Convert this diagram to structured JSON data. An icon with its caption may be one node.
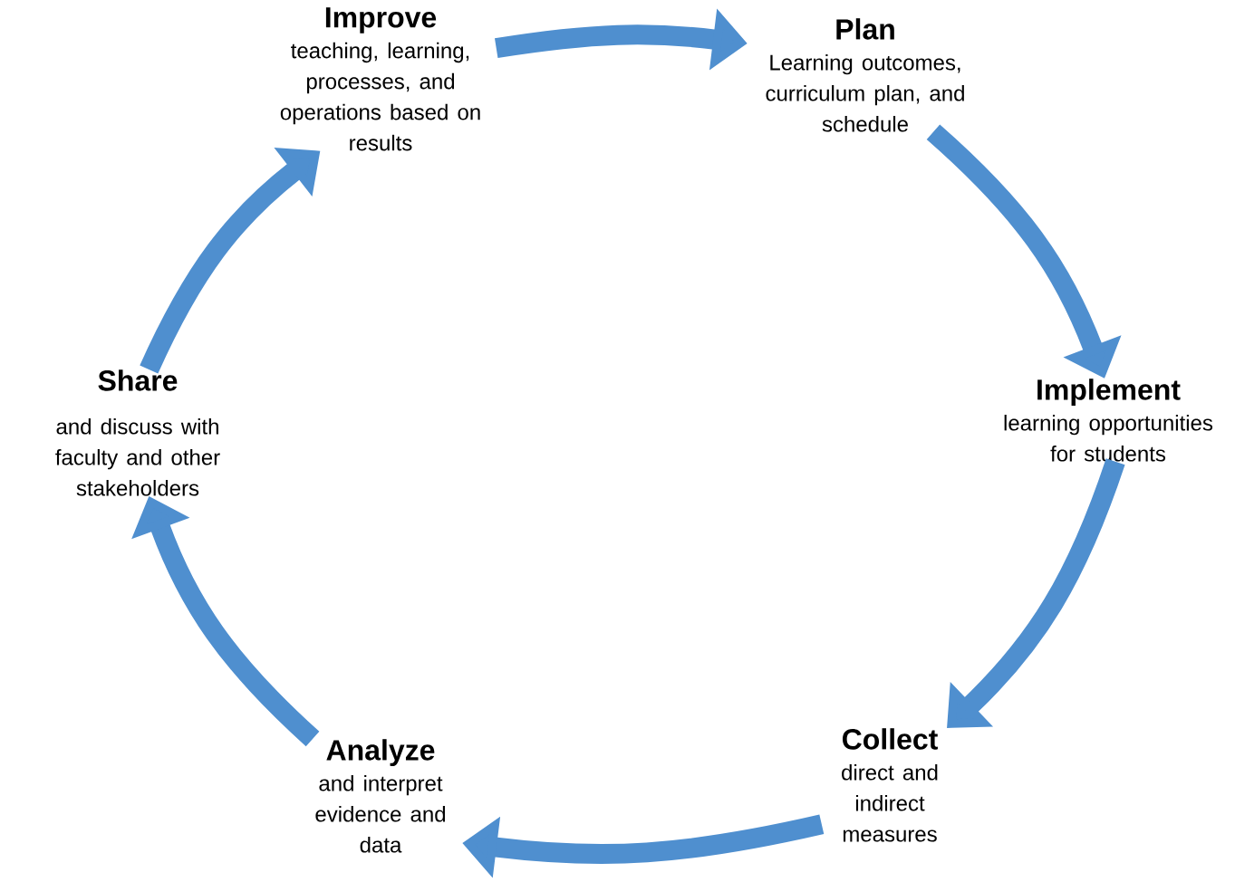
{
  "diagram": {
    "nodes": [
      {
        "text": [
          "Improve",
          "teaching, learning, processes, and operations based on results"
        ]
      },
      {
        "text": [
          "Plan",
          "Learning outcomes, curriculum plan, and schedule"
        ]
      },
      {
        "text": [
          "Implement",
          "learning opportunities for students"
        ]
      },
      {
        "text": [
          "Collect",
          "direct and indirect measures"
        ]
      },
      {
        "text": [
          "Analyze",
          "and interpret evidence and data"
        ]
      },
      {
        "text": [
          "Share",
          "and discuss with faculty and other stakeholders"
        ]
      }
    ],
    "edges": [
      {
        "from": 0,
        "to": 1,
        "arrow": "to"
      },
      {
        "from": 1,
        "to": 2,
        "arrow": "to"
      },
      {
        "from": 2,
        "to": 3,
        "arrow": "to"
      },
      {
        "from": 3,
        "to": 4,
        "arrow": "to"
      },
      {
        "from": 4,
        "to": 5,
        "arrow": "to"
      },
      {
        "from": 5,
        "to": 0,
        "arrow": "to"
      }
    ]
  }
}
